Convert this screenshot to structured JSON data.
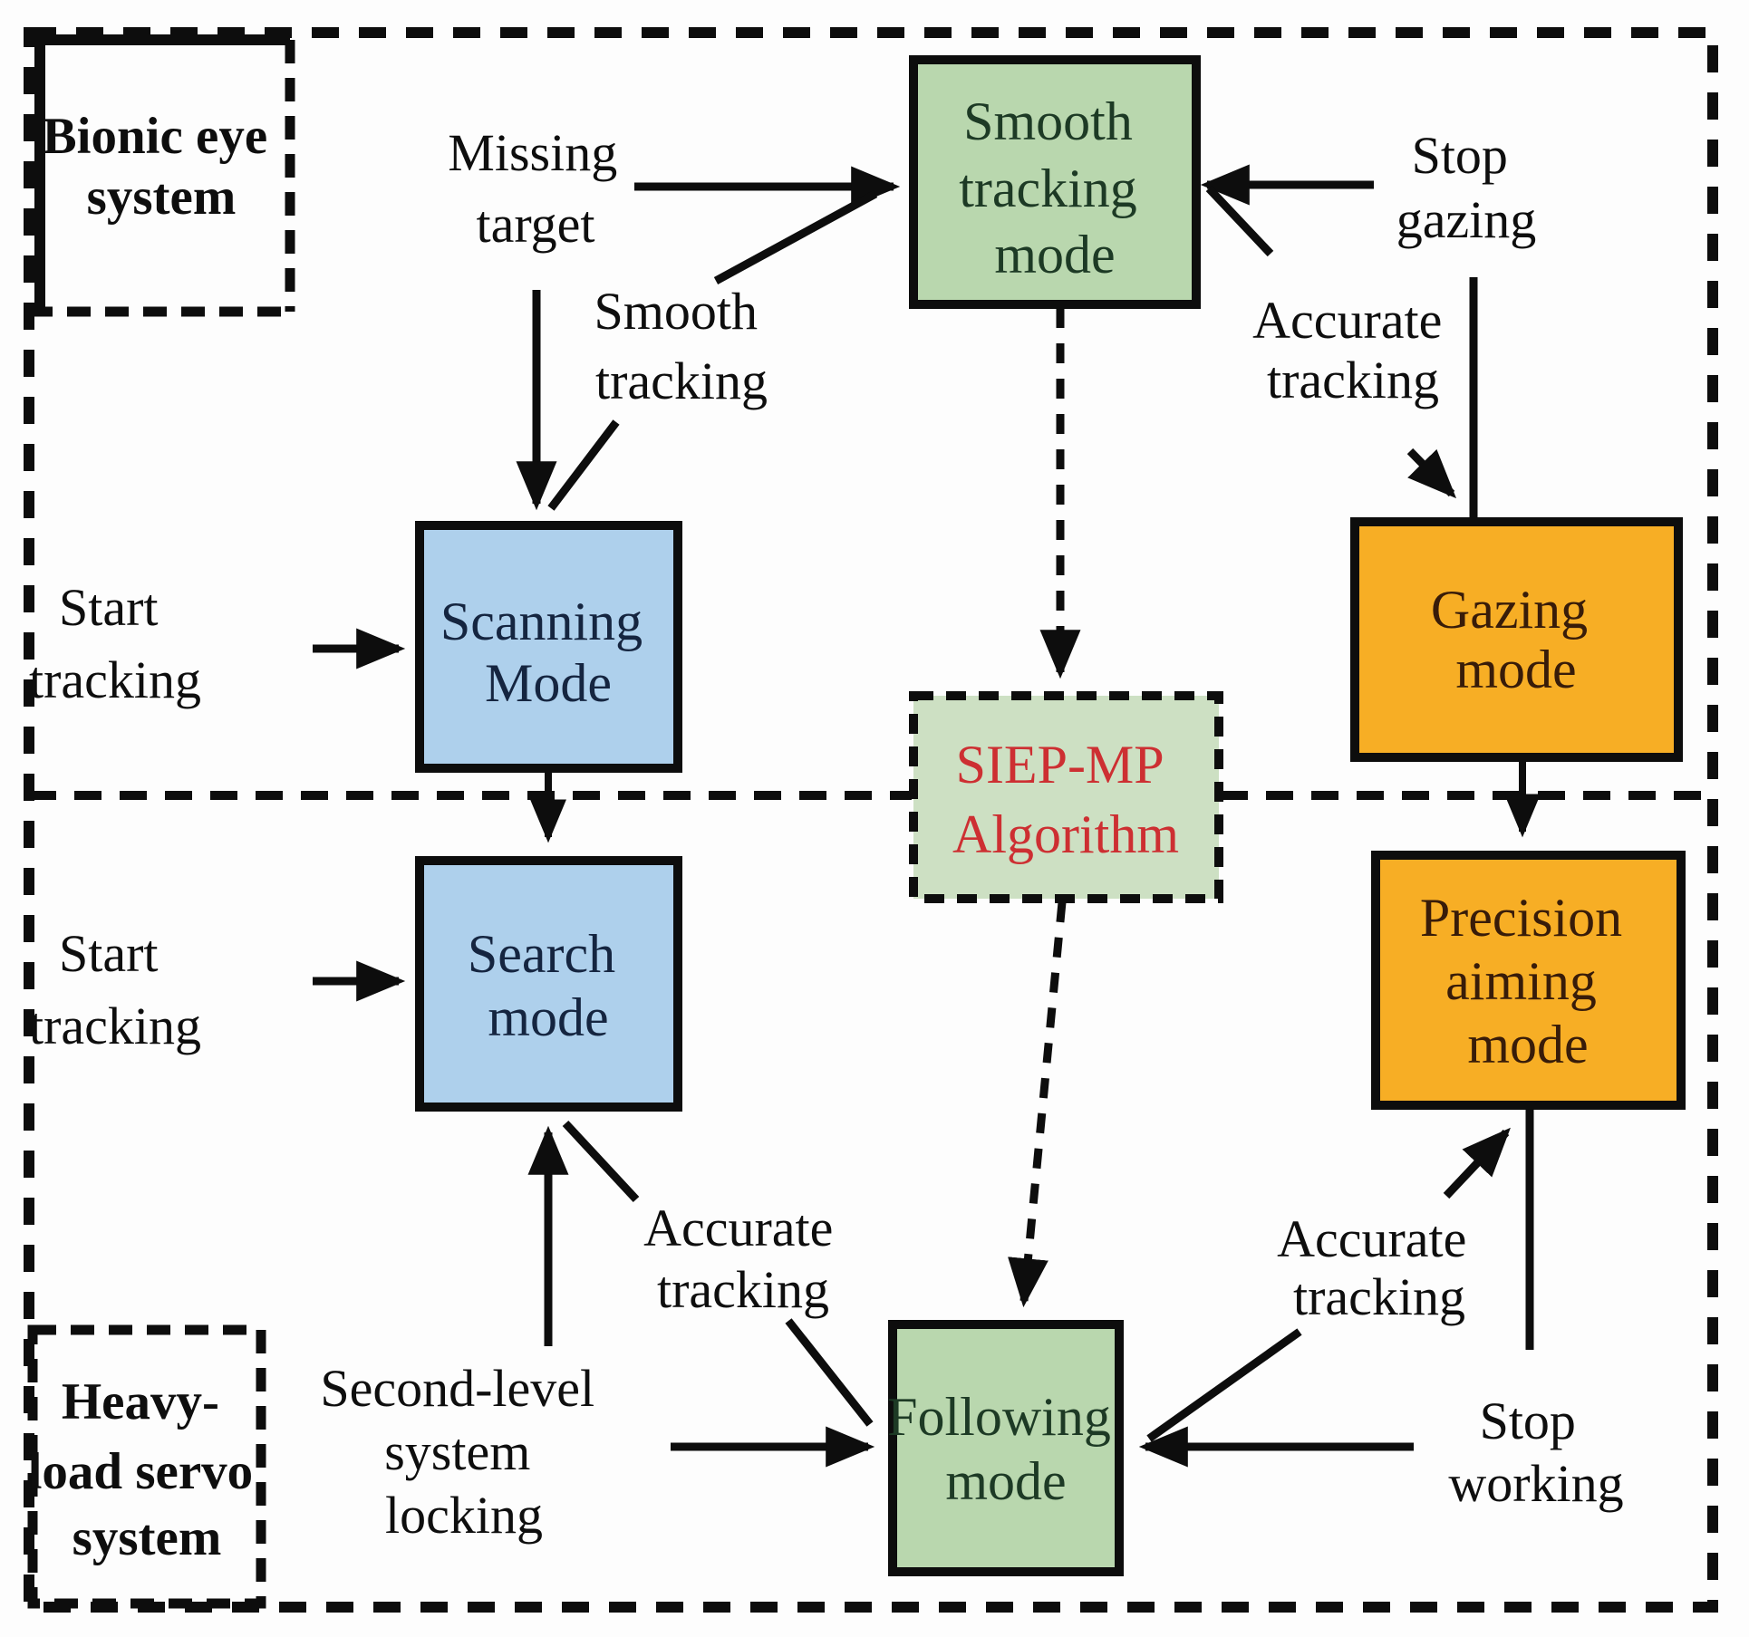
{
  "diagram": {
    "regions": {
      "bionic": {
        "line1": "Bionic eye",
        "line2": "system"
      },
      "heavy": {
        "line1": "Heavy-",
        "line2": "load servo",
        "line3": "system"
      }
    },
    "nodes": {
      "smooth_tracking": {
        "line1": "Smooth",
        "line2": "tracking",
        "line3": "mode"
      },
      "scanning": {
        "line1": "Scanning",
        "line2": "Mode"
      },
      "search": {
        "line1": "Search",
        "line2": "mode"
      },
      "gazing": {
        "line1": "Gazing",
        "line2": "mode"
      },
      "siep": {
        "line1": "SIEP-MP",
        "line2": "Algorithm"
      },
      "precision": {
        "line1": "Precision",
        "line2": "aiming",
        "line3": "mode"
      },
      "following": {
        "line1": "Following",
        "line2": "mode"
      }
    },
    "edge_labels": {
      "missing_target": {
        "line1": "Missing",
        "line2": "target"
      },
      "smooth_tracking_lbl": {
        "line1": "Smooth",
        "line2": "tracking"
      },
      "stop_gazing": {
        "line1": "Stop",
        "line2": "gazing"
      },
      "accurate_tracking_top_right": {
        "line1": "Accurate",
        "line2": "tracking"
      },
      "start_tracking_upper": {
        "line1": "Start",
        "line2": "tracking"
      },
      "start_tracking_lower": {
        "line1": "Start",
        "line2": "tracking"
      },
      "second_level_locking": {
        "line1": "Second-level",
        "line2": "system",
        "line3": "locking"
      },
      "accurate_tracking_bottom_left": {
        "line1": "Accurate",
        "line2": "tracking"
      },
      "accurate_tracking_bottom_right": {
        "line1": "Accurate",
        "line2": "tracking"
      },
      "stop_working": {
        "line1": "Stop",
        "line2": "working"
      }
    },
    "colors": {
      "green_box": "#b9d7ae",
      "siep_box": "#cde0c3",
      "blue_box": "#aed0ec",
      "orange_box": "#f7ae25",
      "green_text": "#1d3a25",
      "blue_text": "#152540",
      "orange_text": "#381c09",
      "red_text": "#cd2f32",
      "black_text": "#0e0e0e",
      "line": "#0d0d0d"
    }
  }
}
